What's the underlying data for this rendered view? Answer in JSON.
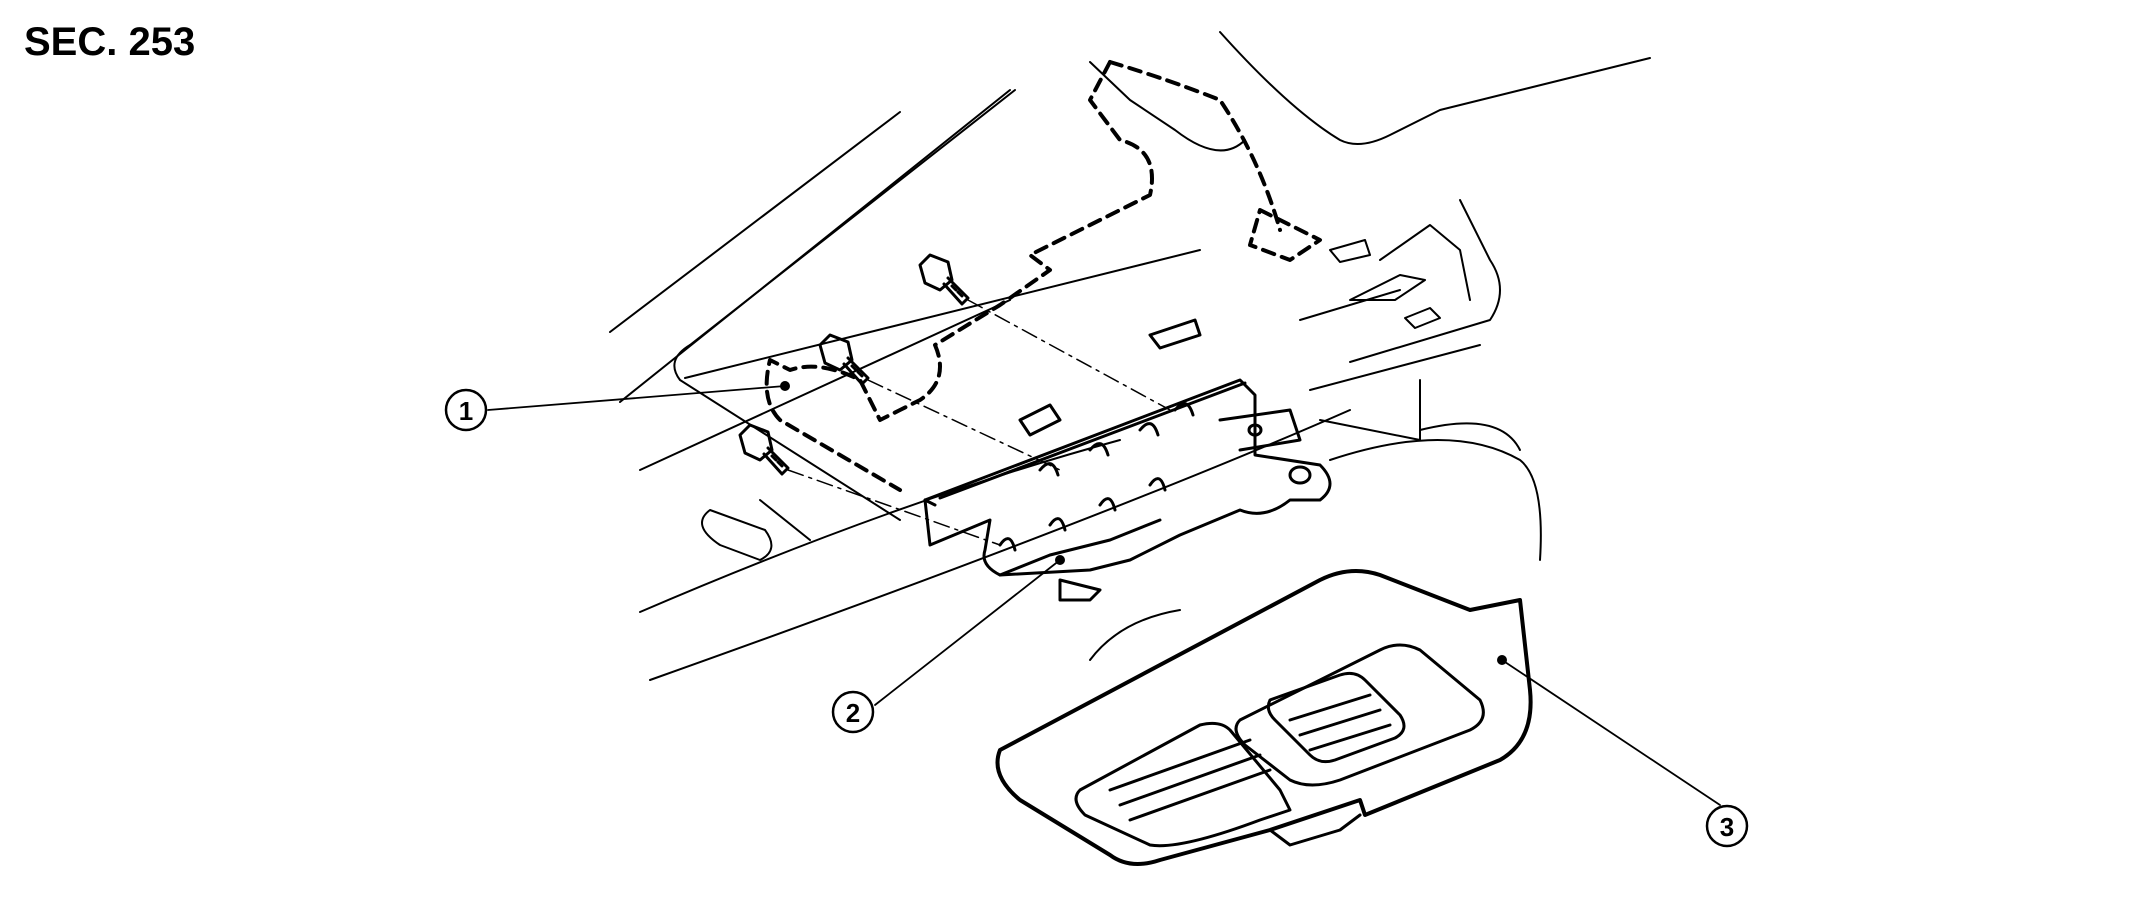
{
  "header": {
    "section": "SEC. 253"
  },
  "callouts": [
    {
      "id": "c1",
      "label": "1"
    },
    {
      "id": "c2",
      "label": "2"
    },
    {
      "id": "c3",
      "label": "3"
    }
  ],
  "colors": {
    "line": "#000000",
    "background": "#ffffff"
  }
}
